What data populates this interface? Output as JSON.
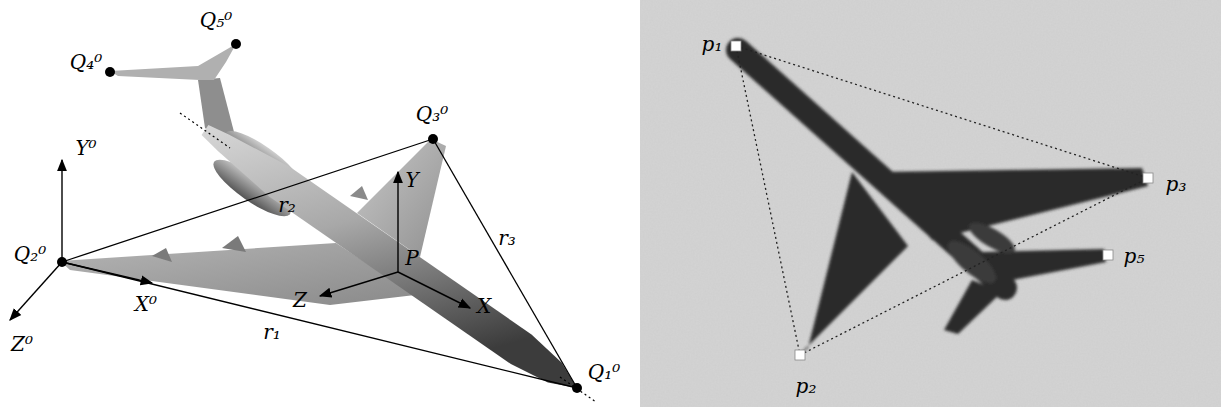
{
  "diagram": {
    "labels": [
      "Q₄⁰",
      "Q₅⁰",
      "Q₃⁰",
      "Y⁰",
      "Q₂⁰",
      "X⁰",
      "Z⁰",
      "r₂",
      "Y",
      "P",
      "r₃",
      "Z",
      "X",
      "r₁",
      "Q₁⁰",
      "p₁",
      "p₃",
      "p₅",
      "p₂"
    ]
  }
}
